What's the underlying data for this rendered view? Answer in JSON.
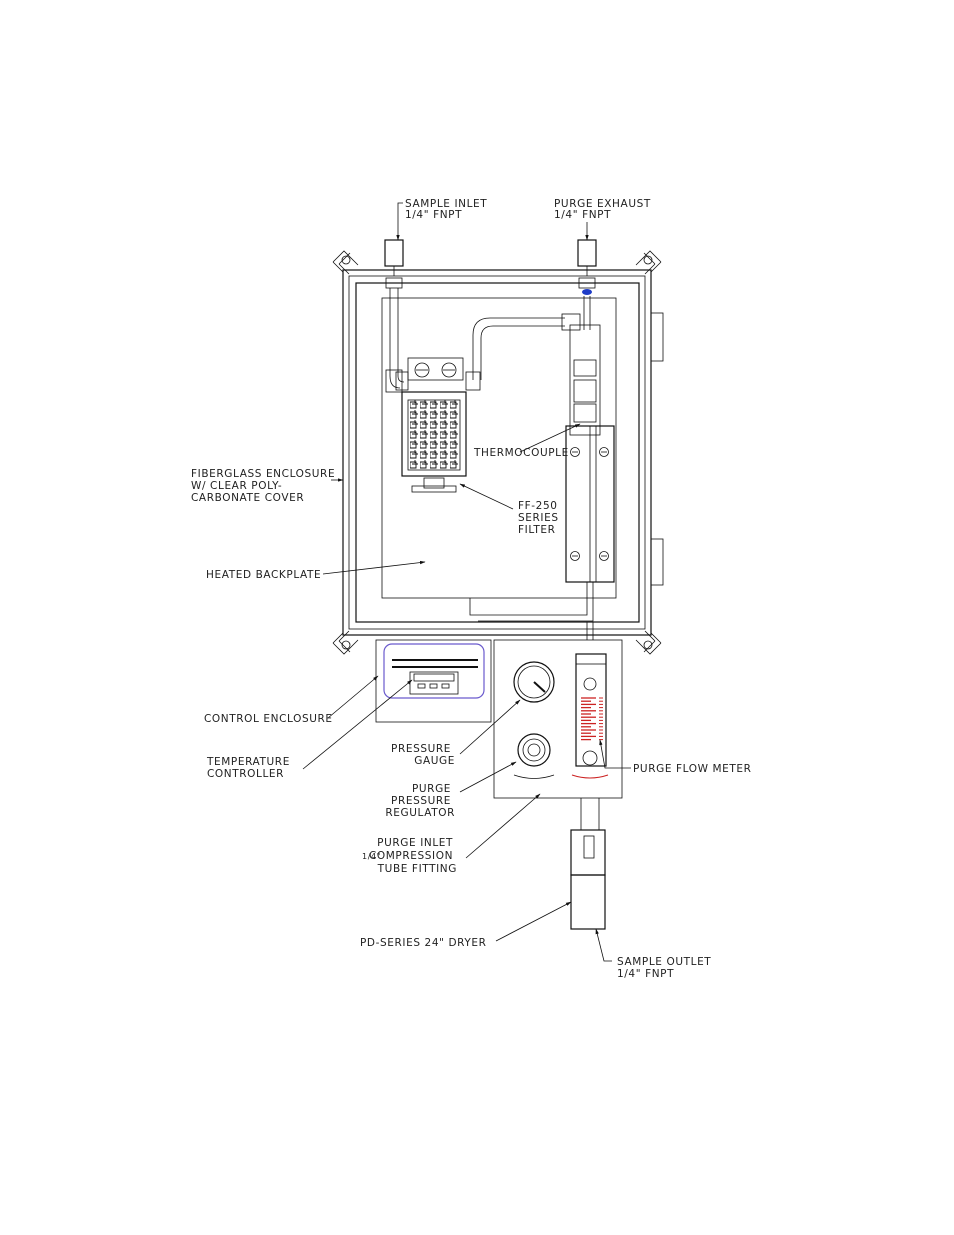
{
  "labels": {
    "sample_inlet": [
      "SAMPLE INLET",
      "1/4\" FNPT"
    ],
    "purge_exhaust": [
      "PURGE EXHAUST",
      "1/4\" FNPT"
    ],
    "fiberglass_enclosure": [
      "FIBERGLASS ENCLOSURE",
      "W/ CLEAR POLY-",
      "CARBONATE COVER"
    ],
    "thermocouple": "THERMOCOUPLE",
    "filter": [
      "FF-250",
      "SERIES",
      "FILTER"
    ],
    "heated_backplate": "HEATED BACKPLATE",
    "control_enclosure": "CONTROL ENCLOSURE",
    "temperature_controller": [
      "TEMPERATURE",
      "CONTROLLER"
    ],
    "pressure_gauge": [
      "PRESSURE",
      "GAUGE"
    ],
    "purge_pressure_regulator": [
      "PURGE",
      "PRESSURE",
      "REGULATOR"
    ],
    "purge_flow_meter": "PURGE FLOW METER",
    "purge_inlet": [
      "PURGE INLET",
      "COMPRESSION",
      "TUBE FITTING"
    ],
    "purge_inlet_fraction": "1/4\"",
    "dryer": "PD-SERIES 24\" DRYER",
    "sample_outlet": [
      "SAMPLE OUTLET",
      "1/4\" FNPT"
    ]
  },
  "colors": {
    "line": "#111111",
    "flowmeter_scale": "#cc2222",
    "controller_accent": "#6a5acd",
    "exhaust_fitting": "#1e3cc8"
  }
}
